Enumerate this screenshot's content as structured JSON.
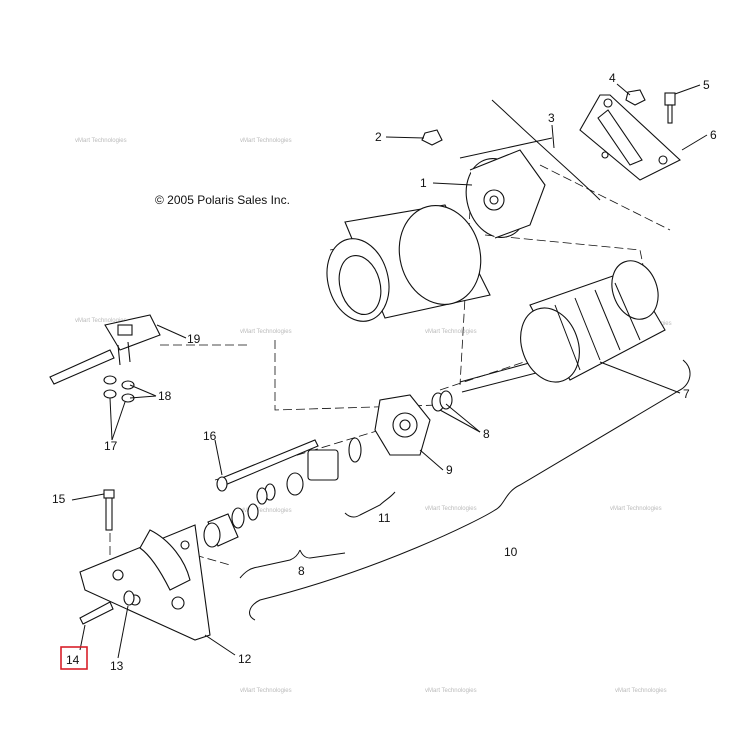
{
  "copyright": "© 2005 Polaris Sales Inc.",
  "watermark": "vMart Technologies",
  "callouts": [
    "1",
    "2",
    "3",
    "4",
    "5",
    "6",
    "7",
    "8",
    "8",
    "9",
    "10",
    "11",
    "12",
    "13",
    "14",
    "15",
    "16",
    "17",
    "18",
    "19"
  ],
  "highlighted_callout": "14",
  "colors": {
    "highlight": "#d8202a",
    "line": "#111111",
    "watermark": "#bbbbbb"
  }
}
